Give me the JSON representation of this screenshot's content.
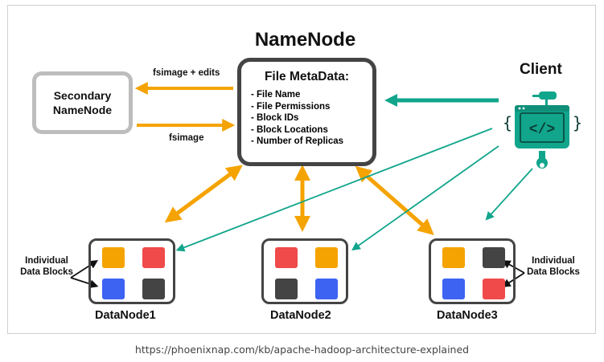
{
  "title": "NameNode",
  "namenode": {
    "heading": "File MetaData:",
    "items": [
      "- File Name",
      "- File Permissions",
      "- Block IDs",
      "- Block Locations",
      "- Number of Replicas"
    ]
  },
  "secondary": {
    "label": "Secondary NameNode"
  },
  "client": {
    "label": "Client"
  },
  "arrows": {
    "top_label": "fsimage + edits",
    "bottom_label": "fsimage"
  },
  "datanodes": [
    {
      "label": "DataNode1",
      "blocks": [
        "#f5a300",
        "#f04a4a",
        "#3d63f2",
        "#444444"
      ]
    },
    {
      "label": "DataNode2",
      "blocks": [
        "#f04a4a",
        "#f5a300",
        "#444444",
        "#3d63f2"
      ]
    },
    {
      "label": "DataNode3",
      "blocks": [
        "#f5a300",
        "#444444",
        "#3d63f2",
        "#f04a4a"
      ]
    }
  ],
  "block_annotation": {
    "left": "Individual Data Blocks",
    "right": "Individual Data Blocks"
  },
  "colors": {
    "orange": "#f5a300",
    "teal": "#11a58c",
    "gray_box": "#bdbdbd",
    "dark_box": "#444444"
  },
  "caption": "https://phoenixnap.com/kb/apache-hadoop-architecture-explained"
}
